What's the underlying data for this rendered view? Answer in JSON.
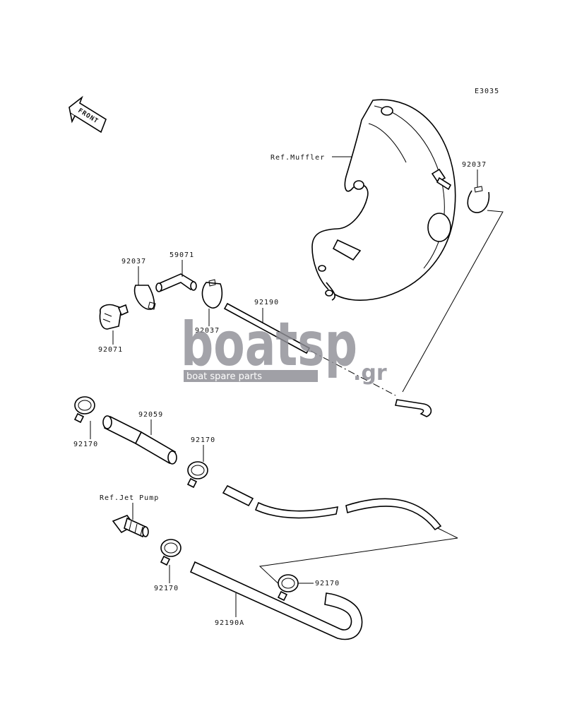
{
  "diagram": {
    "code": "E3035",
    "front_label": "FRONT",
    "labels": {
      "ref_muffler": "Ref.Muffler",
      "ref_jet_pump": "Ref.Jet Pump",
      "p92037_right": "92037",
      "p92037_left": "92037",
      "p92037_center": "92037",
      "p59071": "59071",
      "p92071": "92071",
      "p92190": "92190",
      "p92059": "92059",
      "p92170_a": "92170",
      "p92170_b": "92170",
      "p92170_c": "92170",
      "p92170_d": "92170",
      "p92190A": "92190A"
    }
  },
  "watermark": {
    "brand": "boatsp",
    "tld": ".gr",
    "tagline": "boat spare parts"
  }
}
